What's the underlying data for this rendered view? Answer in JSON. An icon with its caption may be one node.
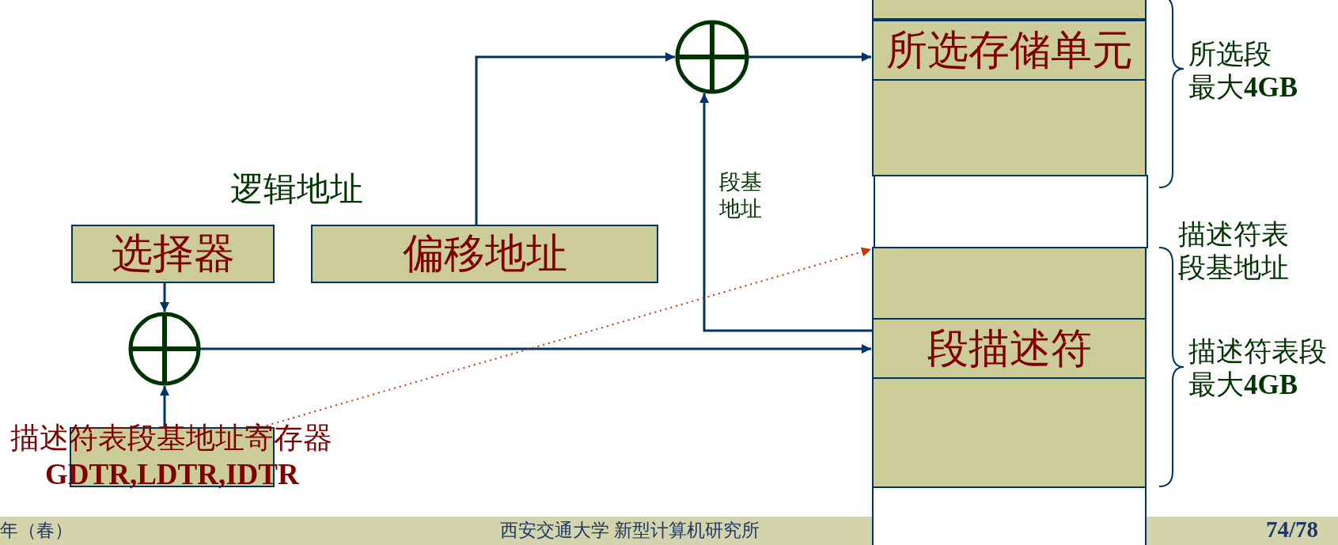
{
  "diagram": {
    "nodes": [
      {
        "text": [],
        "shape": "box"
      },
      {
        "text": [
          "所选存储单元"
        ]
      },
      {
        "text": [],
        "shape": "box"
      },
      {
        "text": [],
        "shape": "box"
      },
      {
        "text": [],
        "shape": "box"
      },
      {
        "text": [
          "段描述符"
        ]
      },
      {
        "text": [],
        "shape": "box"
      },
      {
        "text": [],
        "shape": "box"
      },
      {
        "text": [],
        "shape": "circle"
      },
      {
        "text": [
          "选择器"
        ]
      },
      {
        "text": [
          "偏移地址"
        ]
      },
      {
        "text": [],
        "shape": "circle"
      },
      {
        "text": [
          "描述符表段基地址寄存器",
          "GDTR,LDTR,IDTR"
        ]
      }
    ],
    "edges": [
      {
        "from": 10,
        "to": 8,
        "arrow": "to"
      },
      {
        "from": 8,
        "to": 1,
        "arrow": "to"
      },
      {
        "from": 5,
        "to": 8,
        "arrow": "to",
        "label": "段基地址"
      },
      {
        "from": 9,
        "to": 11,
        "arrow": "to"
      },
      {
        "from": 12,
        "to": 11,
        "arrow": "to"
      },
      {
        "from": 11,
        "to": 5,
        "arrow": "to"
      },
      {
        "from": 12,
        "to": 4,
        "arrow": "to",
        "style": "dashed",
        "color": "#cc3300"
      }
    ],
    "labels": [
      "逻辑地址",
      "所选段最大**4GB**",
      "描述符表段基地址",
      "描述符表段最大**4GB**",
      "年（春）",
      "西安交通大学 新型计算机研究所",
      "74/78"
    ]
  }
}
